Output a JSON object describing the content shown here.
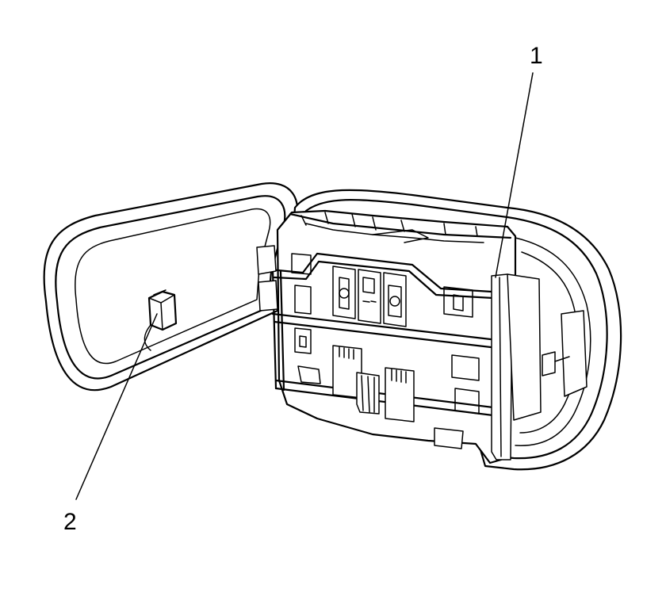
{
  "diagram": {
    "callouts": [
      {
        "id": "1",
        "label": "1"
      },
      {
        "id": "2",
        "label": "2"
      }
    ],
    "colors": {
      "ink": "#000000",
      "paper": "#ffffff"
    }
  }
}
